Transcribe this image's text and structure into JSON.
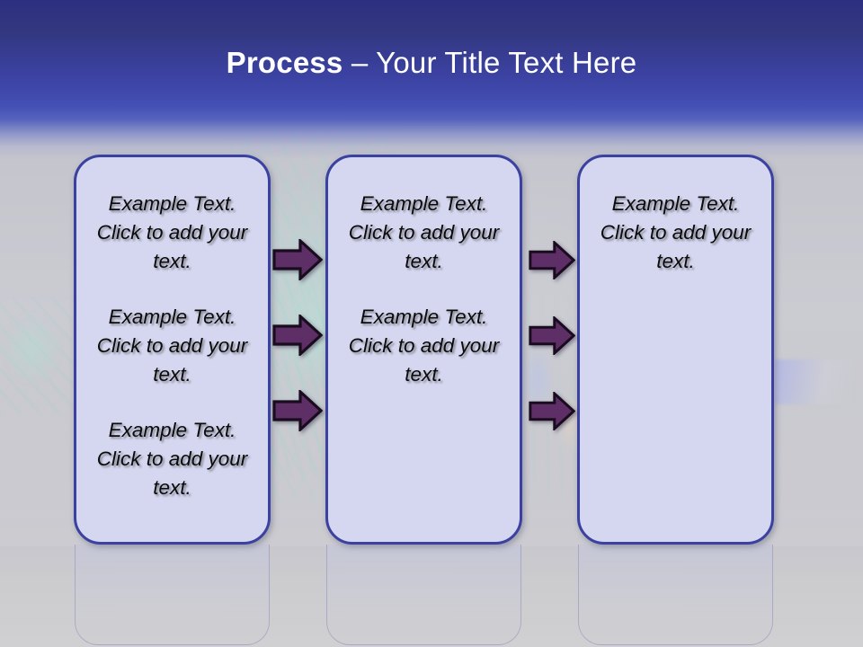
{
  "slide": {
    "title": {
      "strong": "Process",
      "rest": " – Your Title Text Here"
    },
    "colors": {
      "band_top": "#2c2f80",
      "band_mid": "#4450b4",
      "box_fill": "#d5d7f0",
      "box_border": "#3b41a0",
      "arrow_fill": "#5d2f66",
      "arrow_outline": "#1a0c1f",
      "title_text": "#ffffff",
      "body_text": "#0b0b0b",
      "background": "#c9c9ce"
    }
  },
  "boxes": [
    {
      "id": "box-1",
      "paragraphs": [
        "Example Text. Click  to add your text.",
        "Example Text. Click  to add your text.",
        "Example Text. Click  to add your text."
      ]
    },
    {
      "id": "box-2",
      "paragraphs": [
        "Example Text. Click  to add your text.",
        "Example Text. Click  to add your text."
      ]
    },
    {
      "id": "box-3",
      "paragraphs": [
        "Example Text. Click  to add your text."
      ]
    }
  ],
  "arrows": {
    "icon": "arrow-right-icon",
    "group_1": [
      "arrow-1-1",
      "arrow-1-2",
      "arrow-1-3"
    ],
    "group_2": [
      "arrow-2-1",
      "arrow-2-2",
      "arrow-2-3"
    ]
  }
}
